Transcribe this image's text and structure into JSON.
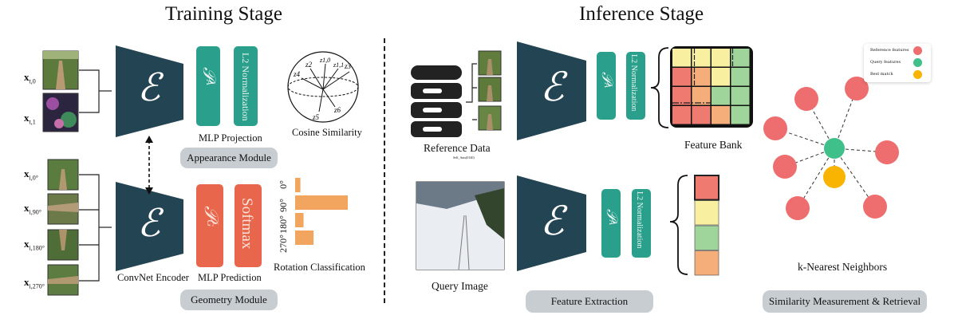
{
  "training": {
    "title": "Training Stage",
    "inputs_top": [
      "0",
      "1"
    ],
    "inputs_bottom": [
      "0°",
      "90°",
      "180°",
      "270°"
    ],
    "encoder_symbol": "ℰ",
    "encoder_label": "ConvNet Encoder",
    "projection_symbol": "𝒫",
    "projection_sub": "A",
    "l2_label": "L2 Normalization",
    "mlp_projection_label": "MLP Projection",
    "cosine_label": "Cosine Similarity",
    "sphere_labels": [
      "z2",
      "z1,0",
      "z1,1",
      "z3",
      "z4",
      "z5",
      "z6"
    ],
    "appearance_module": "Appearance Module",
    "prediction_symbol": "𝒫",
    "prediction_sub": "G",
    "softmax_label": "Softmax",
    "mlp_prediction_label": "MLP Prediction",
    "rotation_ticks": [
      "0°",
      "90°",
      "180°",
      "270°"
    ],
    "rotation_label": "Rotation Classification",
    "geometry_module": "Geometry Module"
  },
  "inference": {
    "title": "Inference Stage",
    "reference_label": "Reference Data",
    "reference_tiny": "Self_Ants(0140)",
    "projection_symbol": "𝒫",
    "projection_sub": "A",
    "l2_label": "L2 Normalization",
    "feature_bank_label": "Feature Bank",
    "query_label": "Query Image",
    "feature_extraction": "Feature Extraction",
    "knn_label": "k-Nearest Neighbors",
    "similarity_module": "Similarity Measurement & Retrieval",
    "legend": [
      {
        "label": "Reference features",
        "color": "#ee6d6f"
      },
      {
        "label": "Query features",
        "color": "#3fbf8a"
      },
      {
        "label": "Best match",
        "color": "#f8b400"
      }
    ]
  },
  "colors": {
    "encoder": "#234452",
    "teal": "#2aa08c",
    "orange": "#e8674c",
    "bar": "#f2a55f",
    "pill": "#c8cdd2",
    "heat_red": "#ee7a70",
    "heat_orange": "#f5ad7a",
    "heat_yellow": "#f8f0a0",
    "heat_green": "#9fd49a"
  },
  "chart_data": {
    "type": "bar",
    "categories": [
      "0°",
      "90°",
      "180°",
      "270°"
    ],
    "values": [
      1,
      10,
      1.6,
      3.5
    ],
    "title": "Rotation Classification"
  }
}
